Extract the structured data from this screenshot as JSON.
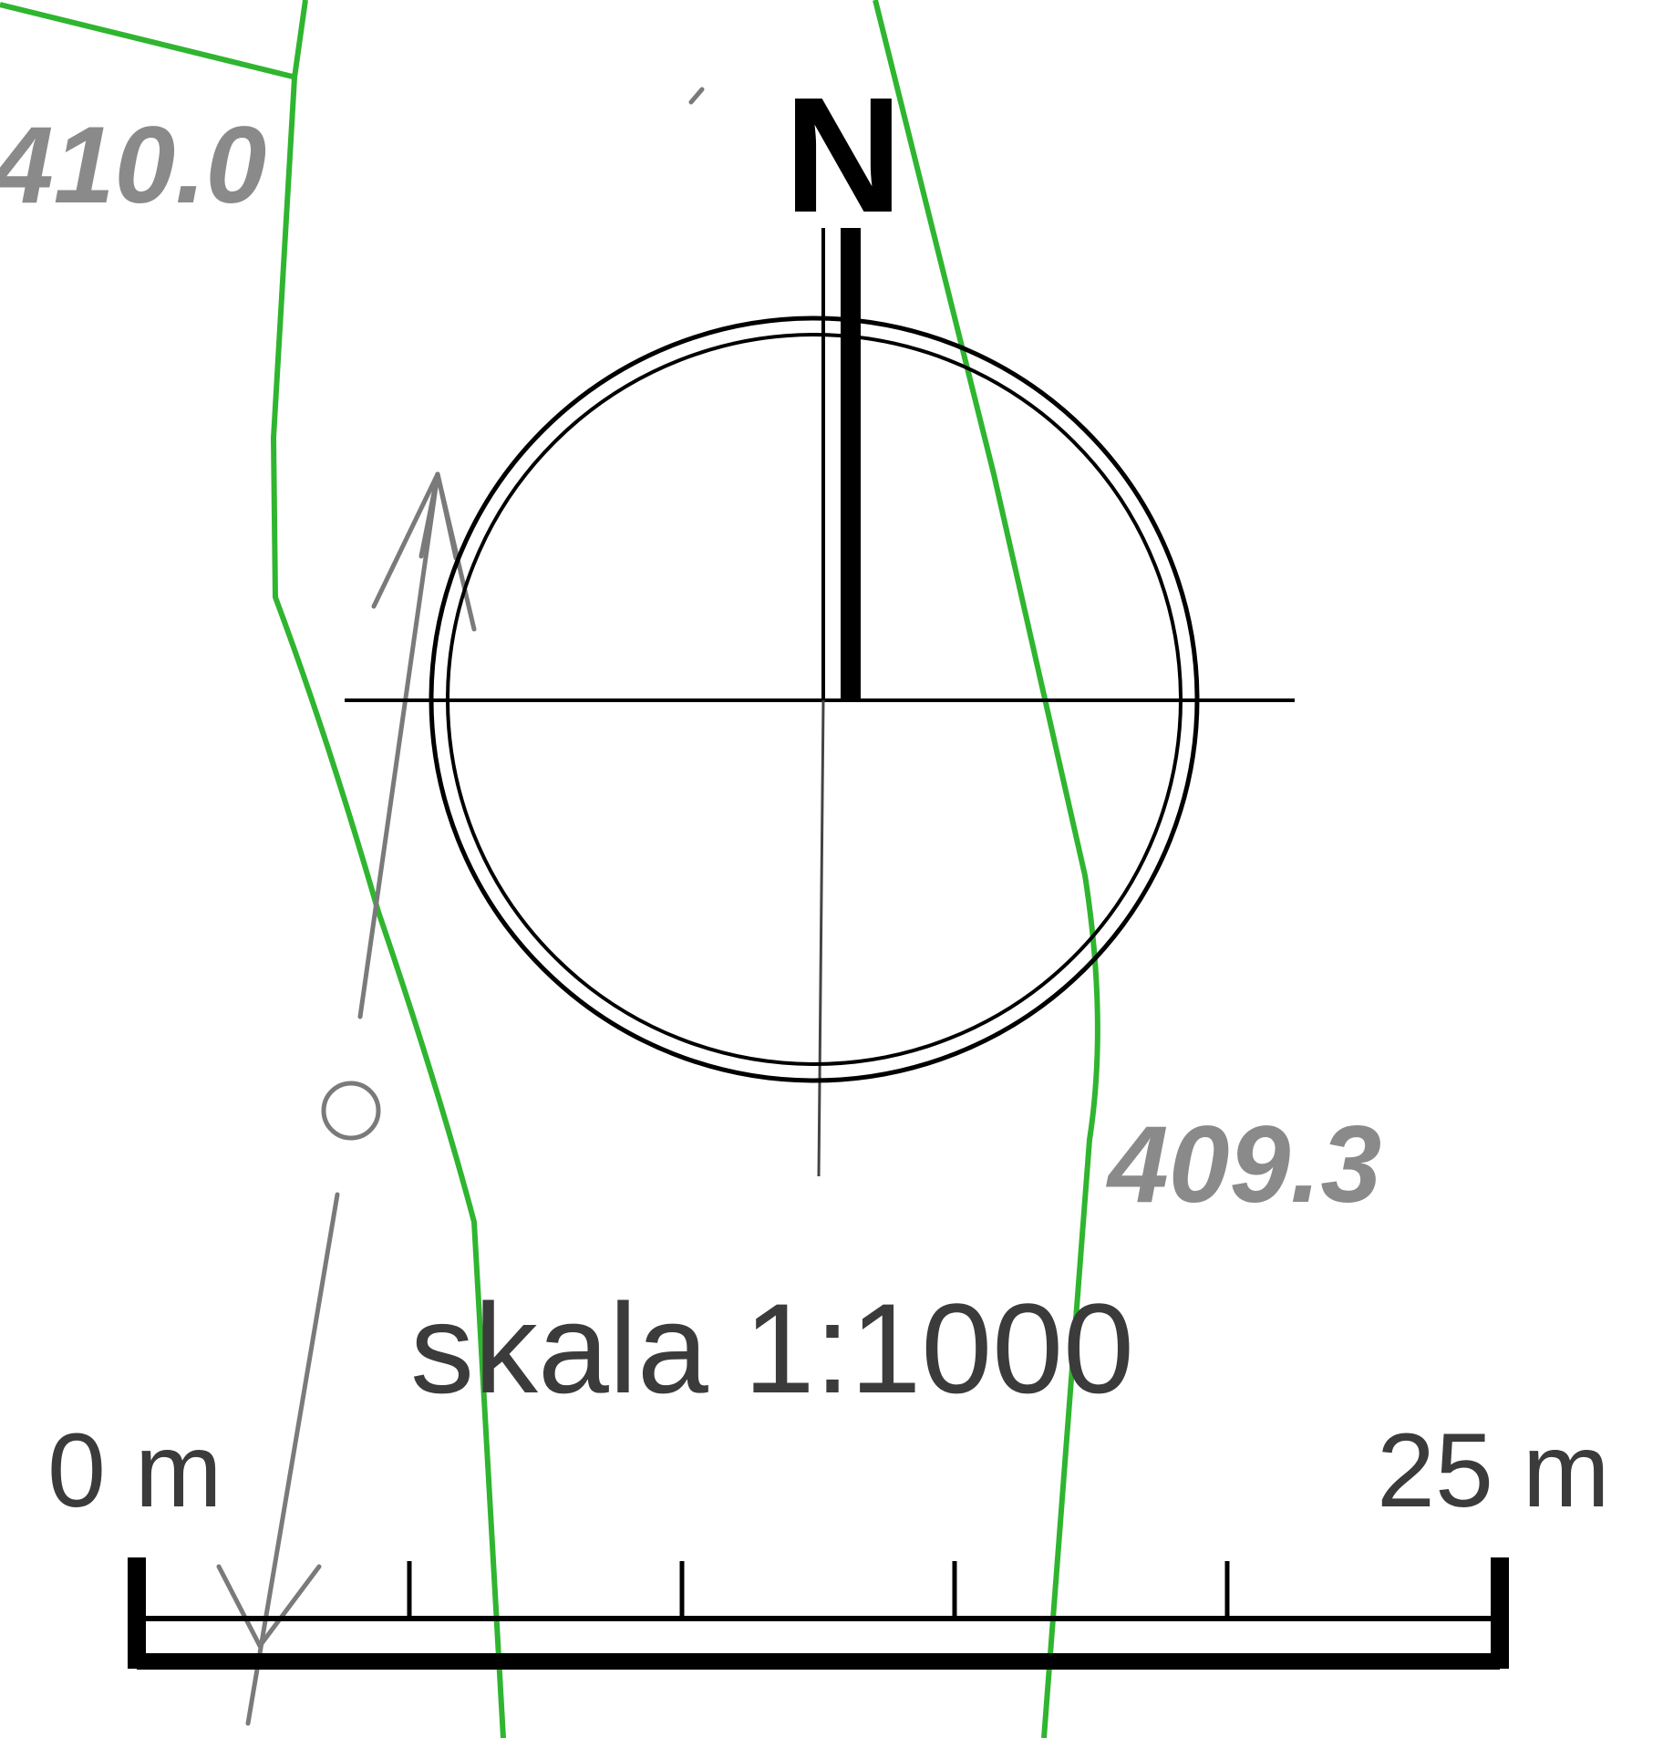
{
  "map": {
    "north_label": "N",
    "scale_text": "skala 1:1000",
    "scalebar": {
      "start_label": "0 m",
      "end_label": "25 m",
      "start_value_m": 0,
      "end_value_m": 25,
      "divisions": 5
    },
    "elevation_labels": {
      "top_left": "410.0",
      "right": "409.3"
    },
    "colors": {
      "boundary": "#2fb52f",
      "ink": "#000000",
      "survey": "#7a7a7a",
      "background": "#ffffff"
    },
    "icons": [
      "north-arrow-icon",
      "circle-marker-icon",
      "survey-arrow-icon"
    ]
  }
}
